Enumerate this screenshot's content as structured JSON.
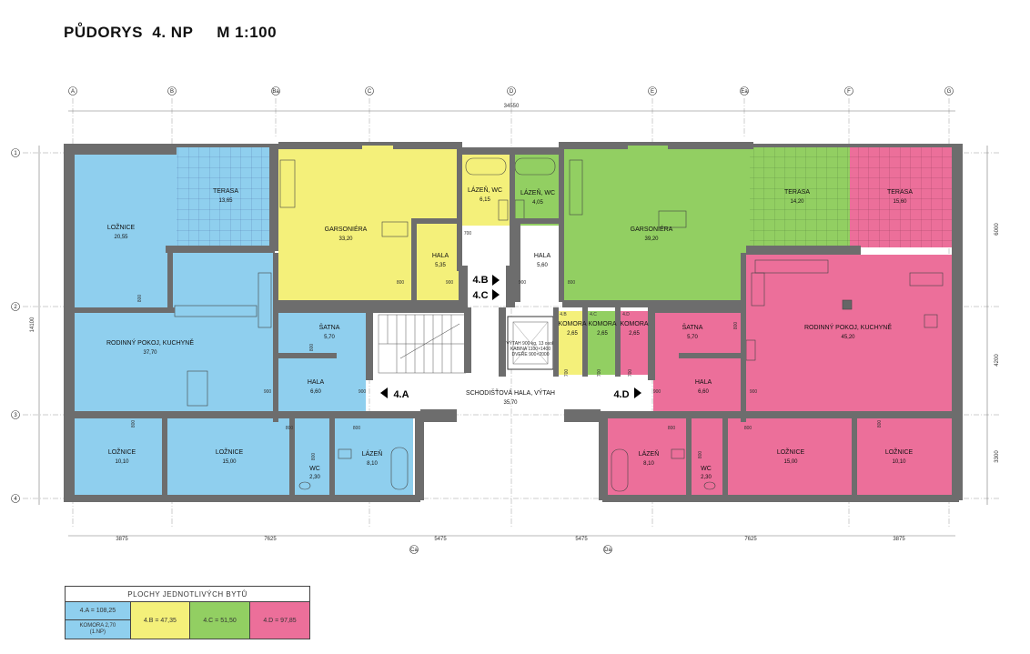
{
  "title": "PŮDORYS  4. NP     M 1:100",
  "axes": {
    "top": [
      "A",
      "B",
      "Ba",
      "C",
      "D",
      "E",
      "Ea",
      "F",
      "G"
    ],
    "left": [
      "1",
      "2",
      "3",
      "4"
    ],
    "bottom": [
      "Ca",
      "Da"
    ]
  },
  "dimensions": {
    "overall": "34550",
    "left_total": "14100",
    "right": [
      "6000",
      "4200",
      "3300"
    ],
    "bottom": [
      "3875",
      "7625",
      "5475",
      "5475",
      "7625",
      "3875"
    ]
  },
  "door_widths": [
    "800",
    "900",
    "700",
    "900",
    "800",
    "800",
    "900",
    "800",
    "800",
    "800",
    "700",
    "700",
    "700",
    "800",
    "900",
    "800",
    "900",
    "800",
    "800",
    "800",
    "800",
    "900",
    "800"
  ],
  "colors": {
    "apt_4A": "#8fcfee",
    "apt_4B": "#f4f07a",
    "apt_4C": "#92cf62",
    "apt_4D": "#ec6f9a",
    "walls": "#6d6d6d"
  },
  "rooms": {
    "a_loznice_n": {
      "name": "LOŽNICE",
      "area": "20,55"
    },
    "a_terasa": {
      "name": "TERASA",
      "area": "13,65"
    },
    "a_obyvak": {
      "name": "RODINNÝ POKOJ, KUCHYNĚ",
      "area": "37,70"
    },
    "a_satna": {
      "name": "ŠATNA",
      "area": "5,70"
    },
    "a_hala": {
      "name": "HALA",
      "area": "6,60"
    },
    "a_loznice_s1": {
      "name": "LOŽNICE",
      "area": "10,10"
    },
    "a_loznice_s2": {
      "name": "LOŽNICE",
      "area": "15,00"
    },
    "a_wc": {
      "name": "WC",
      "area": "2,30"
    },
    "a_lazen": {
      "name": "LÁZEŇ",
      "area": "8,10"
    },
    "b_garsoniera": {
      "name": "GARSONIÉRA",
      "area": "33,20"
    },
    "b_lazen": {
      "name": "LÁZEŇ, WC",
      "area": "6,15"
    },
    "b_hala": {
      "name": "HALA",
      "area": "5,35"
    },
    "c_lazen": {
      "name": "LÁZEŇ, WC",
      "area": "4,05"
    },
    "c_hala": {
      "name": "HALA",
      "area": "5,60"
    },
    "c_garsoniera": {
      "name": "GARSONIÉRA",
      "area": "39,20"
    },
    "c_terasa": {
      "name": "TERASA",
      "area": "14,20"
    },
    "d_terasa": {
      "name": "TERASA",
      "area": "15,60"
    },
    "d_obyvak": {
      "name": "RODINNÝ POKOJ, KUCHYNĚ",
      "area": "45,20"
    },
    "d_satna": {
      "name": "ŠATNA",
      "area": "5,70"
    },
    "d_hala": {
      "name": "HALA",
      "area": "6,60"
    },
    "d_lazen": {
      "name": "LÁZEŇ",
      "area": "8,10"
    },
    "d_wc": {
      "name": "WC",
      "area": "2,30"
    },
    "d_loznice_s1": {
      "name": "LOŽNICE",
      "area": "15,00"
    },
    "d_loznice_s2": {
      "name": "LOŽNICE",
      "area": "10,10"
    },
    "kom_b": {
      "tag": "4.B",
      "name": "KOMORA",
      "area": "2,65"
    },
    "kom_c": {
      "tag": "4.C",
      "name": "KOMORA",
      "area": "2,65"
    },
    "kom_d": {
      "tag": "4.D",
      "name": "KOMORA",
      "area": "2,65"
    },
    "stair_hall": {
      "name": "SCHODIŠŤOVÁ HALA, VÝTAH",
      "area": "35,70"
    }
  },
  "entrances": [
    "4.A",
    "4.B",
    "4.C",
    "4.D"
  ],
  "lift_text": [
    "VÝTAH 900 kg, 13 osob",
    "KABINA 1100×1400",
    "DVEŘE 900×2000"
  ],
  "legend": {
    "header": "PLOCHY JEDNOTLIVÝCH BYTŮ",
    "cells": [
      "4.A = 108,25",
      "4.B = 47,35",
      "4.C = 51,50",
      "4.D = 97,85"
    ],
    "note_line1": "KOMORA 2,70",
    "note_line2": "(1.NP)"
  }
}
